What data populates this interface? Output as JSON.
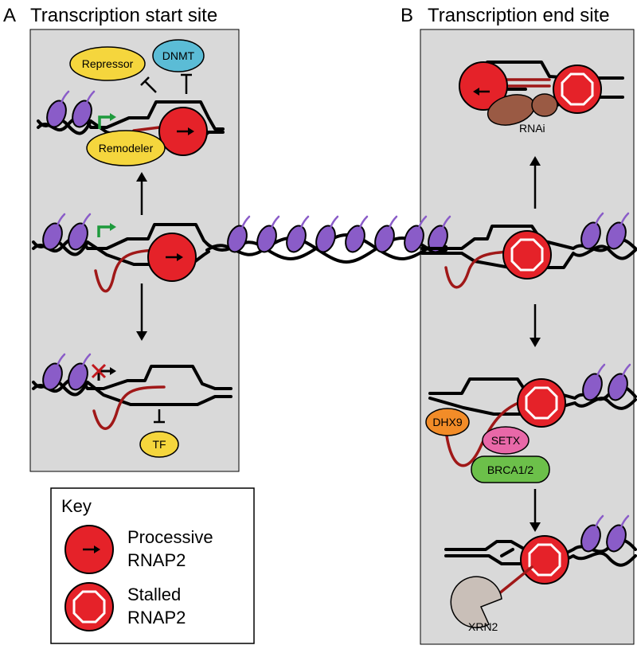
{
  "panels": {
    "a": {
      "letter": "A",
      "title": "Transcription start site"
    },
    "b": {
      "letter": "B",
      "title": "Transcription end site"
    }
  },
  "labels": {
    "repressor": "Repressor",
    "dnmt": "DNMT",
    "remodeler": "Remodeler",
    "tf": "TF",
    "rnai": "RNAi",
    "dhx9": "DHX9",
    "setx": "SETX",
    "brca": "BRCA1/2",
    "xrn2": "XRN2"
  },
  "key": {
    "title": "Key",
    "processive_line1": "Processive",
    "processive_line2": "RNAP2",
    "stalled_line1": "Stalled",
    "stalled_line2": "RNAP2"
  },
  "colors": {
    "panel_bg": "#d9d9d9",
    "rnap2": "#e52229",
    "rna": "#a01818",
    "nucleosome": "#8a5cc8",
    "promoter_arrow": "#1e9a3c",
    "repressor": "#f5d63d",
    "dnmt": "#5bbcd6",
    "dhx9": "#f28c28",
    "setx": "#e868a8",
    "brca": "#6cc04a",
    "xrn2": "#c9bfb8",
    "rnai": "#9a5a44"
  }
}
